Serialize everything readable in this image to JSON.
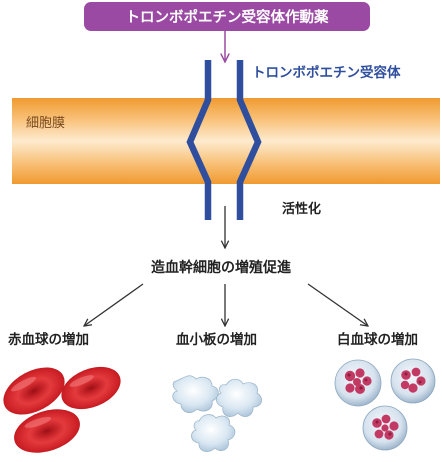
{
  "drug": {
    "label": "トロンボポエチン受容体作動薬",
    "color": "#9b4aa3"
  },
  "receptor": {
    "label": "トロンボポエチン受容体",
    "color": "#2f4f9e"
  },
  "membrane": {
    "label": "細胞膜",
    "colors": [
      "#f3a53f",
      "#fde8c7"
    ]
  },
  "activation": {
    "label": "活性化"
  },
  "stem_cell": {
    "label": "造血幹細胞の増殖促進"
  },
  "outcomes": [
    {
      "label": "赤血球の増加",
      "cell_type": "red-blood-cell",
      "color": "#d8272b"
    },
    {
      "label": "血小板の増加",
      "cell_type": "platelet",
      "color": "#cfe0ee"
    },
    {
      "label": "白血球の増加",
      "cell_type": "white-blood-cell",
      "color": "#c23a63"
    }
  ]
}
